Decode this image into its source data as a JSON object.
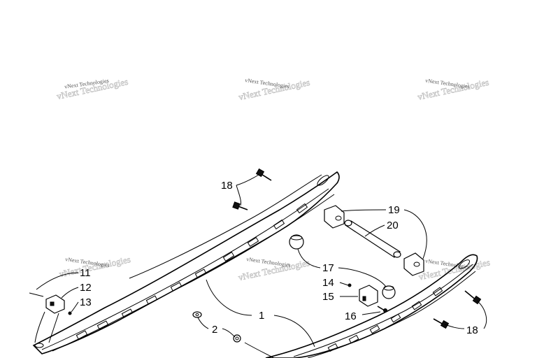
{
  "watermark": "vNext Technologies",
  "callouts": {
    "c1": "1",
    "c2": "2",
    "c11": "11",
    "c12": "12",
    "c13": "13",
    "c14": "14",
    "c15": "15",
    "c16": "16",
    "c17": "17",
    "c18a": "18",
    "c18b": "18",
    "c19": "19",
    "c20": "20"
  }
}
